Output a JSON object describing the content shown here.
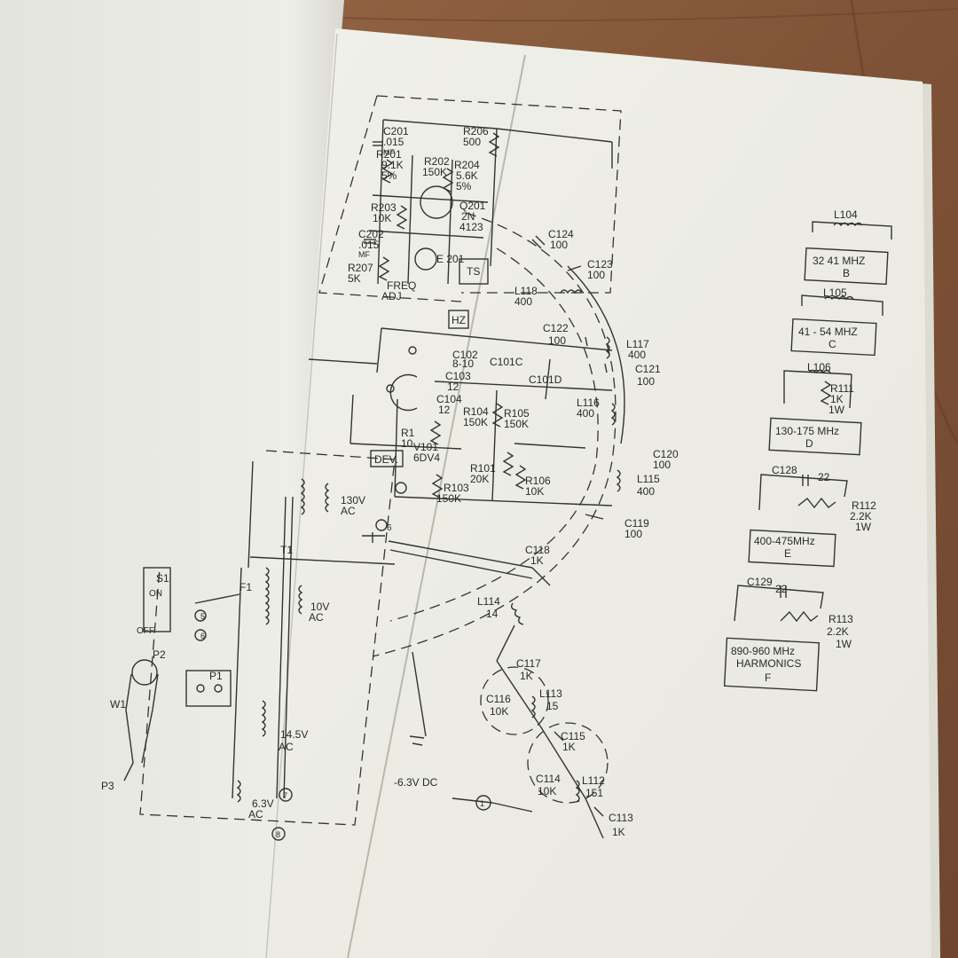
{
  "schematic_labels": {
    "c201": "C201",
    "c201_val": ".015",
    "c201_unit": "MF",
    "r201": "R201",
    "r201_val": "9.1K",
    "r201_tol": "5%",
    "r202": "R202",
    "r202_val": "150K",
    "r204": "R204",
    "r204_val": "5.6K",
    "r204_tol": "5%",
    "r206": "R206",
    "r206_val": "500",
    "r203": "R203",
    "r203_val": "10K",
    "q201": "Q201",
    "q201_type": "2N",
    "q201_num": "4123",
    "c202": "C202",
    "c202_val": ".015",
    "c202_unit": "MF",
    "r207": "R207",
    "r207_val": "5K",
    "freq_adj": "FREQ",
    "freq_adj2": "ADJ",
    "e201": "E 201",
    "ts": "TS",
    "hz": "HZ",
    "c124": "C124",
    "c124_val": "100",
    "c123": "C123",
    "c123_val": "100",
    "l118": "L118",
    "l118_val": "400",
    "c122": "C122",
    "c122_val": "100",
    "l117": "L117",
    "l117_val": "400",
    "c121": "C121",
    "c121_val": "100",
    "c102": "C102",
    "c102_val": "8-10",
    "c101c": "C101C",
    "c103": "C103",
    "c103_val": "12",
    "c101d": "C101D",
    "c104": "C104",
    "c104_val": "12",
    "l116": "L116",
    "l116_val": "400",
    "r104": "R104",
    "r104_val": "150K",
    "r105": "R105",
    "r105_val": "150K",
    "r1": "R1",
    "r1_val": "10",
    "v101": "V101",
    "v101_type": "6DV4",
    "dev": "DEV.",
    "c120": "C120",
    "c120_val": "100",
    "r101": "R101",
    "r101_val": "20K",
    "r106": "R106",
    "r106_val": "10K",
    "l115": "L115",
    "l115_val": "400",
    "r103": "R103",
    "r103_val": "150K",
    "v130": "130V",
    "v130_ac": "AC",
    "c119": "C119",
    "c119_val": "100",
    "t1": "T1",
    "f1": "F1",
    "c118": "C118",
    "c118_val": "1K",
    "s1": "S1",
    "on": "ON",
    "off": "OFF",
    "v10": "10V",
    "v10_ac": "AC",
    "l114": "L114",
    "l114_val": "14",
    "p2": "P2",
    "p1": "P1",
    "w1": "W1",
    "p3": "P3",
    "c117": "C117",
    "c117_val": "1K",
    "c116": "C116",
    "c116_val": "10K",
    "l113": "L113",
    "l113_val": "15",
    "v145": "14.5V",
    "v145_ac": "AC",
    "c115": "C115",
    "c115_val": "1K",
    "c114": "C114",
    "c114_val": "10K",
    "l112": "L112",
    "l112_val": "151",
    "v63": "6.3V",
    "v63_ac": "AC",
    "dc": "-6.3V DC",
    "c113": "C113",
    "c113_val": "1K",
    "pin5": "5",
    "pin6": "6",
    "pin7": "7",
    "pin8": "8",
    "pin1": "1",
    "pin6b": "6"
  },
  "band_panels": [
    {
      "coil": "L104",
      "range": "32   41 MHZ",
      "letter": "B"
    },
    {
      "coil": "L105",
      "range": "41 - 54 MHZ",
      "letter": "C"
    },
    {
      "coil": "L106",
      "resistor": "R111",
      "res_val": "1K",
      "res_w": "1W",
      "range": "130-175 MHz",
      "letter": "D"
    },
    {
      "cap": "C128",
      "cap_val": "22",
      "resistor": "R112",
      "res_val": "2.2K",
      "res_w": "1W",
      "range": "400-475MHz",
      "letter": "E"
    },
    {
      "cap": "C129",
      "cap_val": "22",
      "resistor": "R113",
      "res_val": "2.2K",
      "res_w": "1W",
      "range": "890-960 MHz",
      "range2": "HARMONICS",
      "letter": "F"
    }
  ],
  "colors": {
    "wood": "#8a5a3a",
    "page_left": "#ecece6",
    "page_right": "#efefe8",
    "ink": "#333333"
  }
}
